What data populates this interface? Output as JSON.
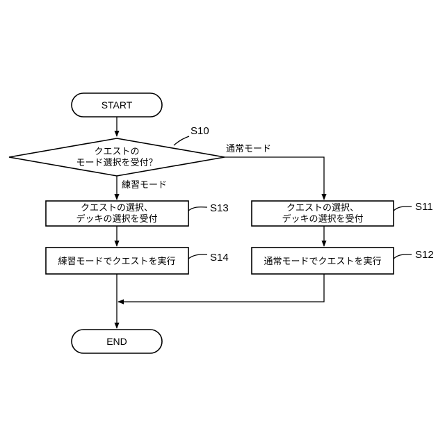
{
  "start": "START",
  "end": "END",
  "decision": {
    "step": "S10",
    "line1": "クエストの",
    "line2": "モード選択を受付？",
    "branch_practice": "練習モード",
    "branch_normal": "通常モード"
  },
  "s13": {
    "step": "S13",
    "line1": "クエストの選択、",
    "line2": "デッキの選択を受付"
  },
  "s14": {
    "step": "S14",
    "label": "練習モードでクエストを実行"
  },
  "s11": {
    "step": "S11",
    "line1": "クエストの選択、",
    "line2": "デッキの選択を受付"
  },
  "s12": {
    "step": "S12",
    "label": "通常モードでクエストを実行"
  }
}
